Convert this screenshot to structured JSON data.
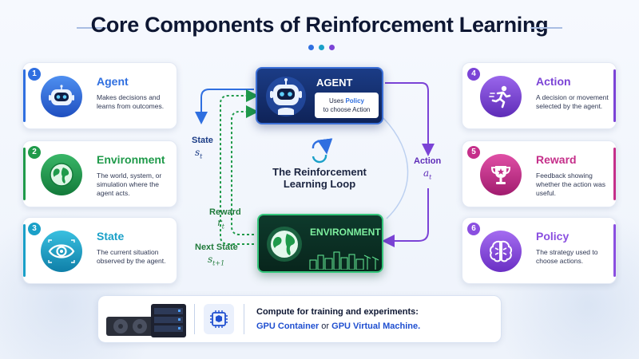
{
  "title": "Core Components of Reinforcement Learning",
  "colors": {
    "agent": "#2f6fe0",
    "environment": "#1f9a4a",
    "state": "#1aa0c8",
    "action": "#7b43d6",
    "reward": "#c52f8a",
    "policy": "#8a4fe0"
  },
  "cards": [
    {
      "num": "1",
      "title": "Agent",
      "desc": "Makes decisions and learns from outcomes.",
      "icon": "robot-icon"
    },
    {
      "num": "2",
      "title": "Environment",
      "desc": "The world, system, or simulation where the agent acts.",
      "icon": "globe-icon"
    },
    {
      "num": "3",
      "title": "State",
      "desc": "The current situation observed by the agent.",
      "icon": "eye-icon"
    },
    {
      "num": "4",
      "title": "Action",
      "desc": "A decision or movement selected by the agent.",
      "icon": "running-person-icon"
    },
    {
      "num": "5",
      "title": "Reward",
      "desc": "Feedback showing whether the action was useful.",
      "icon": "trophy-icon"
    },
    {
      "num": "6",
      "title": "Policy",
      "desc": "The strategy used to choose actions.",
      "icon": "brain-icon"
    }
  ],
  "agent_box": {
    "label": "AGENT",
    "policy_line1_pre": "Uses ",
    "policy_line1_hl": "Policy",
    "policy_line2": "to choose Action"
  },
  "env_box": {
    "label": "ENVIRONMENT"
  },
  "loop": {
    "line1": "The Reinforcement",
    "line2": "Learning Loop"
  },
  "flow": {
    "state": "State",
    "state_sym": "s",
    "state_sub": "t",
    "action": "Action",
    "action_sym": "a",
    "action_sub": "t",
    "reward": "Reward",
    "reward_sym": "r",
    "reward_sub": "t",
    "next_state": "Next State",
    "next_state_sym": "s",
    "next_state_sub": "t+1"
  },
  "compute": {
    "line1": "Compute for training and experiments:",
    "gpu_container": "GPU Container",
    "or": " or ",
    "gpu_vm": "GPU Virtual Machine."
  }
}
